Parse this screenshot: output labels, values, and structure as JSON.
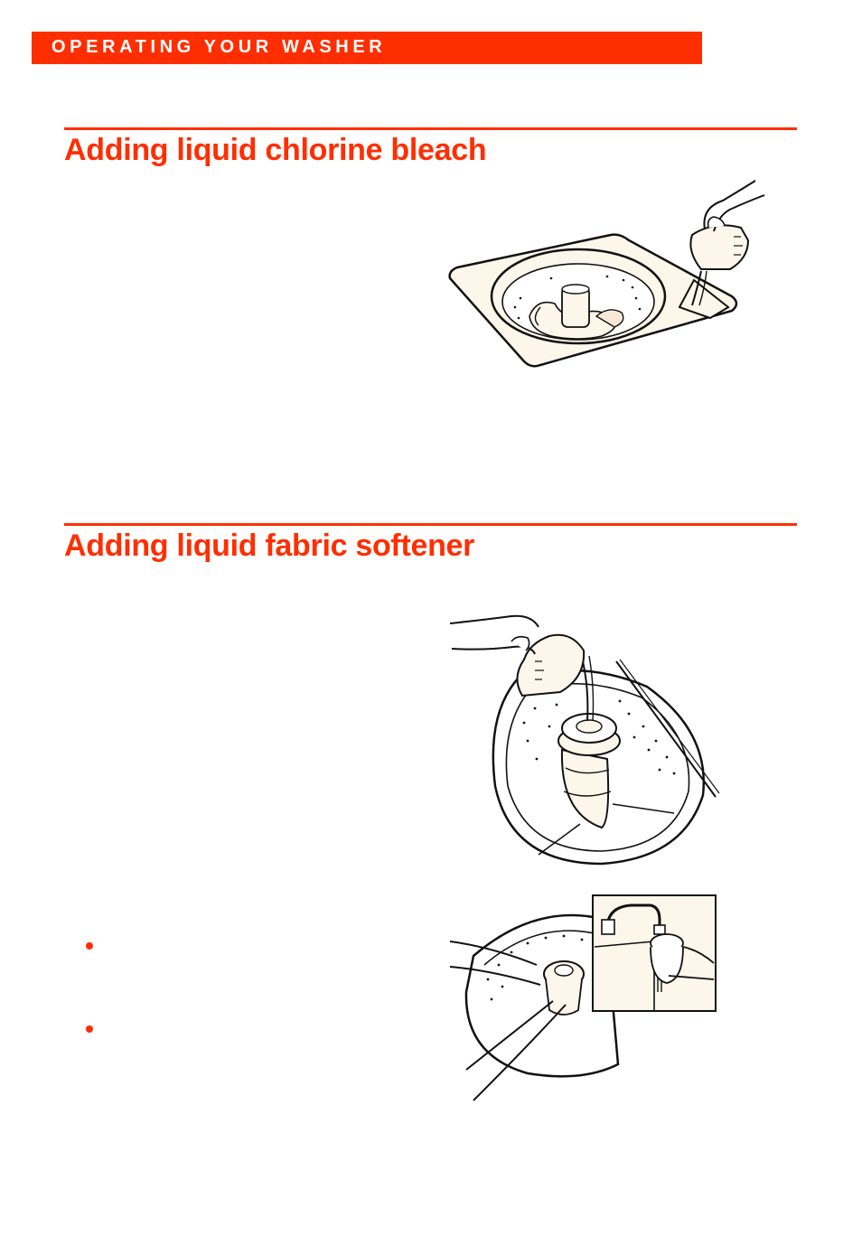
{
  "header": {
    "label": "OPERATING YOUR WASHER"
  },
  "sections": [
    {
      "title": "Adding liquid chlorine bleach"
    },
    {
      "title": "Adding liquid fabric softener"
    }
  ],
  "colors": {
    "accent": "#ff2e00",
    "cream": "#fdf6ea",
    "ink": "#111111"
  },
  "illustrations": [
    {
      "icon": "bleach-pour-illustration"
    },
    {
      "icon": "softener-pour-illustration"
    },
    {
      "icon": "dispenser-fill-illustration"
    }
  ]
}
